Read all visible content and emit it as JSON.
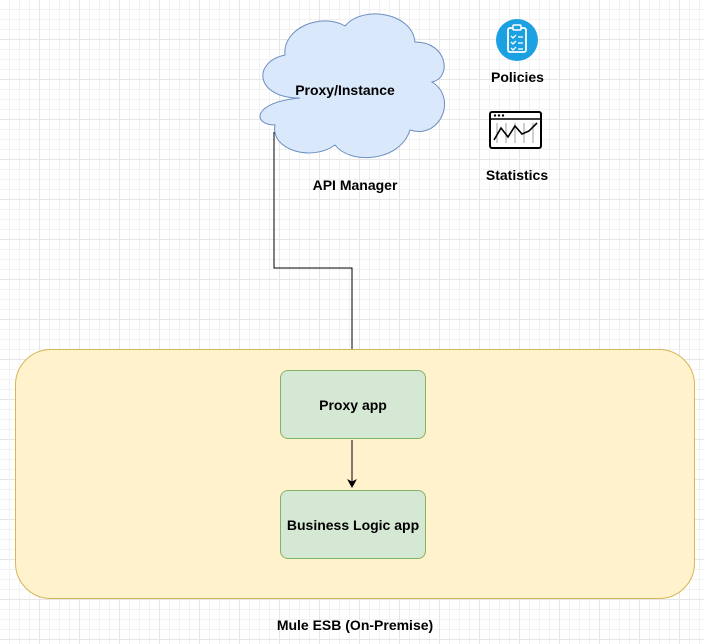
{
  "cloud": {
    "label": "Proxy/Instance"
  },
  "api_manager": {
    "label": "API Manager"
  },
  "policies": {
    "label": "Policies",
    "icon": "clipboard-checklist-icon",
    "color": "#1ba1e2"
  },
  "statistics": {
    "label": "Statistics",
    "icon": "line-chart-monitor-icon"
  },
  "container": {
    "label": "Mule ESB (On-Premise)"
  },
  "nodes": {
    "proxy_app": "Proxy app",
    "business_logic_app": "Business Logic app"
  },
  "colors": {
    "cloud_fill": "#dae8fc",
    "cloud_stroke": "#6c8ebf",
    "container_fill": "#fff2cc",
    "container_stroke": "#d6b656",
    "node_fill": "#d5e8d4",
    "node_stroke": "#82b366"
  }
}
